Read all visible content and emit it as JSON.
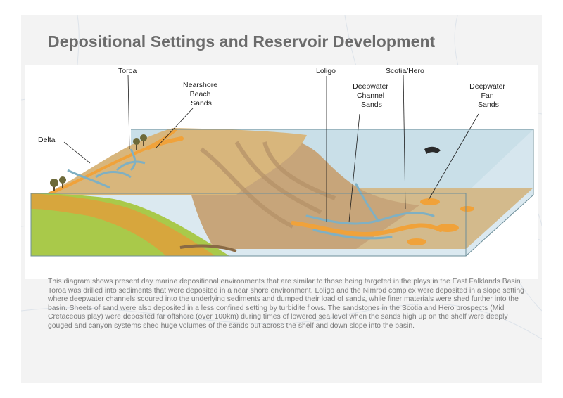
{
  "slide": {
    "title": "Depositional Settings and Reservoir Development",
    "description": "This diagram shows present day marine depositional environments that are similar to those being targeted in the plays in the East Falklands Basin.  Toroa was drilled into sediments that were deposited in a near shore environment.  Loligo and the Nimrod complex were deposited in a slope setting where deepwater channels scoured into the underlying sediments and dumped their load of sands, while finer materials were shed further into the basin.  Sheets of sand were also deposited in a less confined setting by turbidite flows. The sandstones in the Scotia and Hero prospects (Mid Cretaceous play) were deposited far offshore (over 100km) during times of lowered sea level when the sands high up on the shelf were deeply gouged and canyon systems shed huge volumes of the sands out across the shelf and down slope into the basin."
  },
  "diagram": {
    "labels": {
      "toroa": "Toroa",
      "nearshore": [
        "Nearshore",
        "Beach",
        "Sands"
      ],
      "loligo": "Loligo",
      "scotia_hero": "Scotia/Hero",
      "deepwater_channel": [
        "Deepwater",
        "Channel",
        "Sands"
      ],
      "deepwater_fan": [
        "Deepwater",
        "Fan",
        "Sands"
      ],
      "delta": "Delta"
    },
    "colors": {
      "sea": "#c9dfe8",
      "shelf_sand": "#d8b67c",
      "slope": "#c7a57a",
      "basin_floor": "#d3ba8c",
      "sand_body": "#f0a23a",
      "channel_blue": "#7fb0c3",
      "green_cross_section": "#a9c94a",
      "title_gray": "#6b6b6b"
    },
    "icons": [
      "tree-icon",
      "dolphin-icon"
    ]
  }
}
